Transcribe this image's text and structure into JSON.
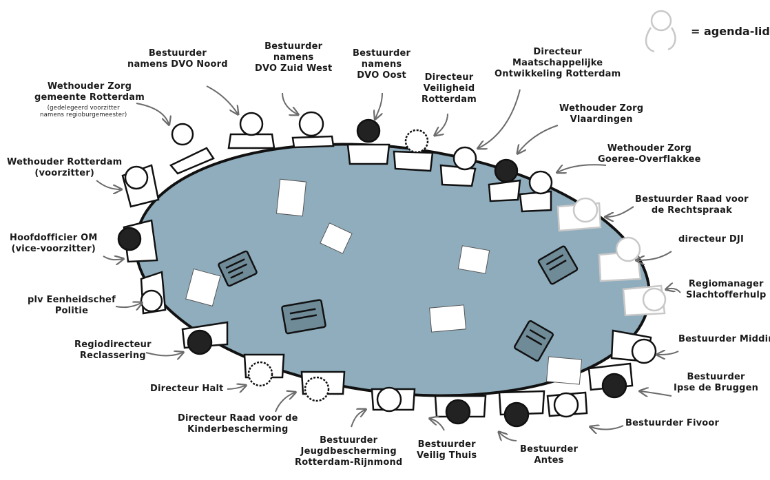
{
  "legend": {
    "text": "= agenda-lid",
    "icon": "person-outline-icon"
  },
  "colors": {
    "table_fill": "#8fadbd",
    "table_stroke": "#111111",
    "agenda_person": "#c8c8c8",
    "arrow": "#6b6b6b"
  },
  "roles": {
    "dvo_noord": "Bestuurder\nnamens DVO Noord",
    "dvo_zuidwest": "Bestuurder\nnamens\nDVO Zuid West",
    "dvo_oost": "Bestuurder\nnamens\nDVO Oost",
    "veiligheid": "Directeur\nVeiligheid\nRotterdam",
    "maatschappelijke": "Directeur\nMaatschappelijke\nOntwikkeling Rotterdam",
    "wz_rotterdam": "Wethouder Zorg\ngemeente Rotterdam",
    "wz_rotterdam_note": "(gedelegeerd voorzitter\nnamens regioburgemeester)",
    "vlaardingen": "Wethouder Zorg\nVlaardingen",
    "goeree": "Wethouder Zorg\nGoeree-Overflakkee",
    "w_rotterdam": "Wethouder Rotterdam\n(voorzitter)",
    "rechtspraak": "Bestuurder Raad voor\nde Rechtspraak",
    "dji": "directeur DJI",
    "om": "Hoofdofficier OM\n(vice-voorzitter)",
    "slachtofferhulp": "Regiomanager\nSlachtofferhulp",
    "politie": "plv Eenheidschef\nPolitie",
    "middin": "Bestuurder Middin",
    "reclassering": "Regiodirecteur\nReclassering",
    "ipse": "Bestuurder\nIpse de Bruggen",
    "halt": "Directeur Halt",
    "fivoor": "Bestuurder Fivoor",
    "kinderbescherming": "Directeur Raad voor de\nKinderbescherming",
    "jeugdbescherming": "Bestuurder\nJeugdbescherming\nRotterdam-Rijnmond",
    "veilig_thuis": "Bestuurder\nVeilig Thuis",
    "antes": "Bestuurder\nAntes"
  }
}
